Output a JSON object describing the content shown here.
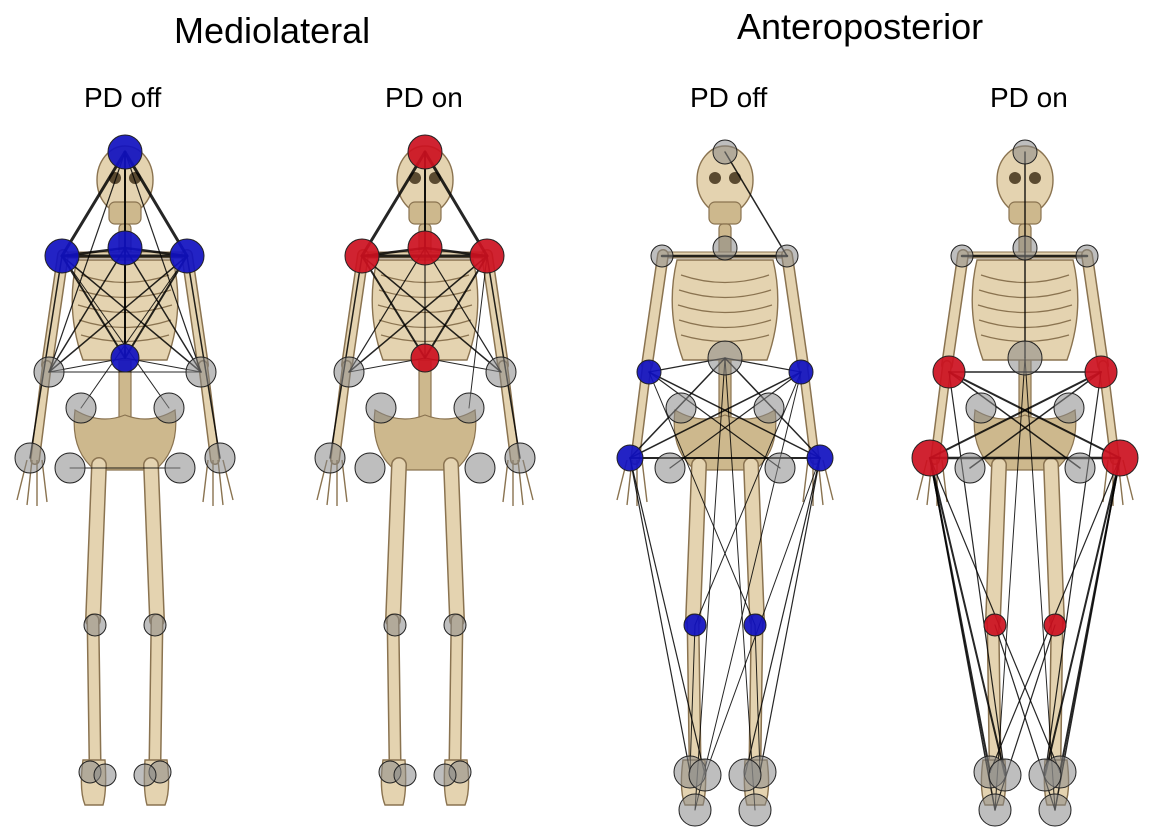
{
  "sections": [
    {
      "id": "ml",
      "title": "Mediolateral"
    },
    {
      "id": "ap",
      "title": "Anteroposterior"
    }
  ],
  "colors": {
    "node_off": "#1010c0",
    "node_on": "#cc1020",
    "node_neutral": "#888888",
    "edge": "#000000"
  },
  "landmarks": [
    "head",
    "l_shoulder",
    "sternum",
    "r_shoulder",
    "trunk",
    "l_elbow",
    "r_elbow",
    "l_hip",
    "r_hip",
    "l_wrist",
    "r_wrist",
    "l_pelvis",
    "r_pelvis",
    "l_knee",
    "r_knee",
    "l_ankle",
    "r_ankle",
    "l_heel",
    "r_heel",
    "l_toe",
    "r_toe"
  ],
  "panels": [
    {
      "id": "ml-pd-off",
      "label": "PD off",
      "highlight": "off",
      "highlighted": [
        "head",
        "l_shoulder",
        "sternum",
        "r_shoulder",
        "trunk"
      ],
      "edges": [
        [
          "head",
          "l_shoulder",
          3
        ],
        [
          "head",
          "r_shoulder",
          3
        ],
        [
          "head",
          "sternum",
          2
        ],
        [
          "head",
          "trunk",
          1.5
        ],
        [
          "head",
          "l_elbow",
          1.2
        ],
        [
          "head",
          "r_elbow",
          1.2
        ],
        [
          "l_shoulder",
          "r_shoulder",
          3
        ],
        [
          "l_shoulder",
          "sternum",
          2.5
        ],
        [
          "sternum",
          "r_shoulder",
          2.5
        ],
        [
          "l_shoulder",
          "trunk",
          2
        ],
        [
          "r_shoulder",
          "trunk",
          2
        ],
        [
          "sternum",
          "trunk",
          2
        ],
        [
          "l_shoulder",
          "r_elbow",
          1.5
        ],
        [
          "r_shoulder",
          "l_elbow",
          1.5
        ],
        [
          "sternum",
          "l_elbow",
          1.5
        ],
        [
          "sternum",
          "r_elbow",
          1.5
        ],
        [
          "l_shoulder",
          "l_wrist",
          1.5
        ],
        [
          "r_shoulder",
          "r_wrist",
          1.5
        ],
        [
          "l_shoulder",
          "r_hip",
          1
        ],
        [
          "r_shoulder",
          "l_hip",
          1
        ],
        [
          "trunk",
          "l_elbow",
          1
        ],
        [
          "trunk",
          "r_elbow",
          1
        ],
        [
          "l_elbow",
          "r_elbow",
          1
        ],
        [
          "l_pelvis",
          "r_pelvis",
          1
        ]
      ]
    },
    {
      "id": "ml-pd-on",
      "label": "PD on",
      "highlight": "on",
      "highlighted": [
        "head",
        "l_shoulder",
        "sternum",
        "r_shoulder",
        "trunk"
      ],
      "edges": [
        [
          "head",
          "l_shoulder",
          3
        ],
        [
          "head",
          "r_shoulder",
          3
        ],
        [
          "head",
          "sternum",
          2
        ],
        [
          "head",
          "trunk",
          1.2
        ],
        [
          "l_shoulder",
          "r_shoulder",
          3
        ],
        [
          "l_shoulder",
          "sternum",
          2.5
        ],
        [
          "sternum",
          "r_shoulder",
          2.5
        ],
        [
          "l_shoulder",
          "trunk",
          2
        ],
        [
          "r_shoulder",
          "trunk",
          2
        ],
        [
          "l_shoulder",
          "r_elbow",
          1.5
        ],
        [
          "r_shoulder",
          "l_elbow",
          1.5
        ],
        [
          "sternum",
          "l_elbow",
          1.2
        ],
        [
          "sternum",
          "r_elbow",
          1.2
        ],
        [
          "l_shoulder",
          "l_wrist",
          1.5
        ],
        [
          "r_shoulder",
          "r_wrist",
          1.5
        ],
        [
          "trunk",
          "l_elbow",
          1
        ],
        [
          "trunk",
          "r_elbow",
          1
        ],
        [
          "r_shoulder",
          "r_hip",
          1
        ]
      ]
    },
    {
      "id": "ap-pd-off",
      "label": "PD off",
      "highlight": "off",
      "highlighted": [
        "l_elbow",
        "r_elbow",
        "l_wrist",
        "r_wrist",
        "l_knee",
        "r_knee"
      ],
      "edges": [
        [
          "head",
          "r_shoulder",
          1.5
        ],
        [
          "l_shoulder",
          "r_shoulder",
          2.5
        ],
        [
          "trunk",
          "l_wrist",
          1.5
        ],
        [
          "trunk",
          "r_wrist",
          1.5
        ],
        [
          "l_elbow",
          "r_wrist",
          1.5
        ],
        [
          "r_elbow",
          "l_wrist",
          1.5
        ],
        [
          "l_elbow",
          "r_pelvis",
          1.2
        ],
        [
          "r_elbow",
          "l_pelvis",
          1.2
        ],
        [
          "l_wrist",
          "r_wrist",
          2
        ],
        [
          "l_elbow",
          "trunk",
          1.2
        ],
        [
          "r_elbow",
          "trunk",
          1.2
        ],
        [
          "r_elbow",
          "l_knee",
          1
        ],
        [
          "l_elbow",
          "r_knee",
          1
        ],
        [
          "l_wrist",
          "l_ankle",
          1.2
        ],
        [
          "l_wrist",
          "l_heel",
          1.2
        ],
        [
          "r_wrist",
          "r_ankle",
          1.2
        ],
        [
          "r_wrist",
          "r_heel",
          1.2
        ],
        [
          "r_elbow",
          "l_toe",
          1
        ],
        [
          "r_wrist",
          "l_heel",
          1
        ],
        [
          "l_knee",
          "l_ankle",
          1
        ],
        [
          "r_knee",
          "r_ankle",
          1
        ],
        [
          "trunk",
          "l_toe",
          1
        ],
        [
          "trunk",
          "r_toe",
          1
        ]
      ]
    },
    {
      "id": "ap-pd-on",
      "label": "PD on",
      "highlight": "on",
      "highlighted": [
        "l_elbow",
        "r_elbow",
        "l_wrist",
        "r_wrist",
        "l_knee",
        "r_knee"
      ],
      "edges": [
        [
          "head",
          "trunk",
          1.5
        ],
        [
          "l_shoulder",
          "r_shoulder",
          2.5
        ],
        [
          "l_elbow",
          "r_wrist",
          2
        ],
        [
          "r_elbow",
          "l_wrist",
          2
        ],
        [
          "l_elbow",
          "r_elbow",
          1.5
        ],
        [
          "l_wrist",
          "r_wrist",
          2.5
        ],
        [
          "l_elbow",
          "r_pelvis",
          1.5
        ],
        [
          "r_elbow",
          "l_pelvis",
          1.5
        ],
        [
          "l_wrist",
          "l_ankle",
          2
        ],
        [
          "l_wrist",
          "l_heel",
          2
        ],
        [
          "l_wrist",
          "l_toe",
          1.5
        ],
        [
          "r_wrist",
          "r_ankle",
          2
        ],
        [
          "r_wrist",
          "r_heel",
          2
        ],
        [
          "r_wrist",
          "r_toe",
          1.5
        ],
        [
          "l_wrist",
          "r_ankle",
          1.2
        ],
        [
          "r_wrist",
          "l_ankle",
          1.2
        ],
        [
          "l_knee",
          "r_toe",
          1.2
        ],
        [
          "r_knee",
          "l_toe",
          1.2
        ],
        [
          "l_elbow",
          "l_heel",
          1.2
        ],
        [
          "r_elbow",
          "r_heel",
          1.2
        ],
        [
          "trunk",
          "l_toe",
          1
        ],
        [
          "trunk",
          "r_toe",
          1
        ]
      ]
    }
  ]
}
